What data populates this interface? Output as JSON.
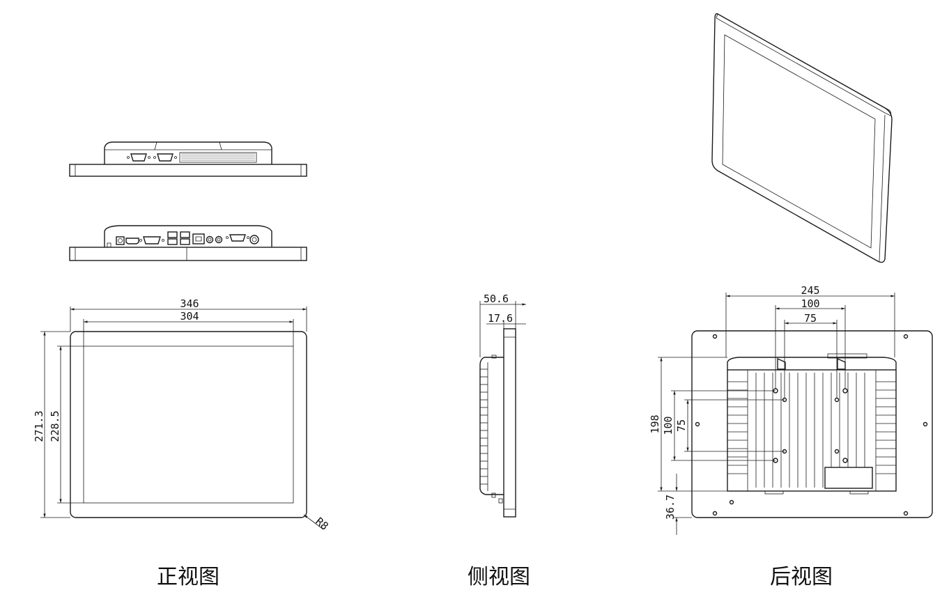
{
  "views": {
    "front": {
      "caption": "正视图"
    },
    "side": {
      "caption": "侧视图"
    },
    "back": {
      "caption": "后视图"
    }
  },
  "dimensions": {
    "front_width_outer": "346",
    "front_width_inner": "304",
    "front_height_outer": "271.3",
    "front_height_inner": "228.5",
    "corner_radius": "R8",
    "side_depth_total": "50.6",
    "side_depth_bezel": "17.6",
    "back_width_245": "245",
    "back_width_100": "100",
    "back_width_75": "75",
    "back_height_198": "198",
    "back_height_100": "100",
    "back_height_75": "75",
    "back_offset": "36.7"
  }
}
